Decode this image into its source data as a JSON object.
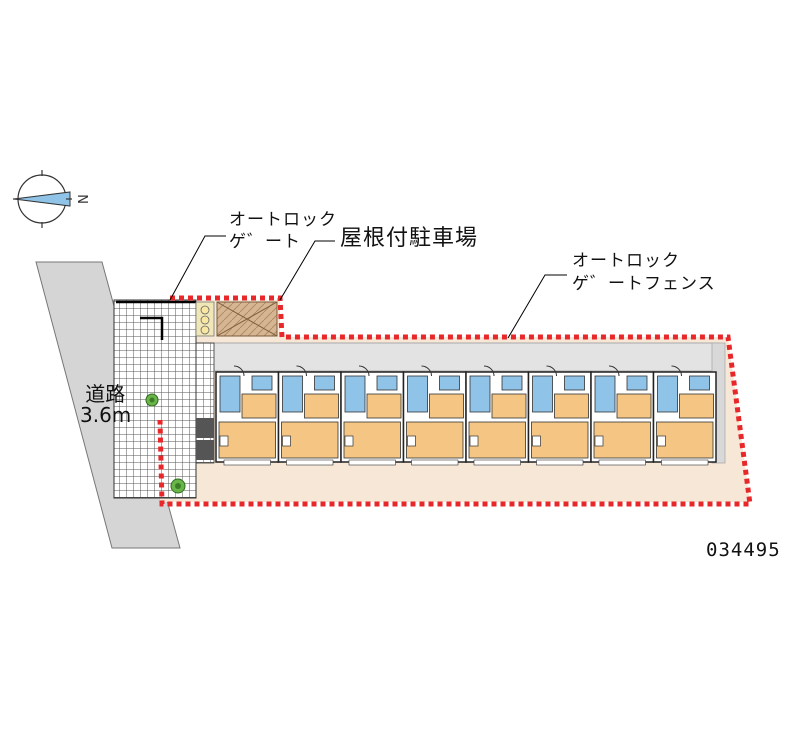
{
  "labels": {
    "autolock_gate_line1": "オートロック",
    "autolock_gate_line2": "ゲ゛ート",
    "covered_parking": "屋根付駐車場",
    "autolock_fence_line1": "オートロック",
    "autolock_fence_line2": "ゲ゛ートフェンス",
    "road_name": "道路",
    "road_width": "3.6m",
    "property_id": "034495"
  },
  "compass": {
    "north_mark": "N"
  },
  "units": {
    "count": 8
  },
  "colors": {
    "boundary": "#e8272a",
    "lot": "#f6e7d6",
    "walkway": "#e2e2e2",
    "road": "#d5d5d5",
    "room_orange": "#f5c683",
    "room_blue": "#8fc3e7",
    "parking": "#d6b593",
    "tree": "#6ab54a",
    "gate_mesh": "#555555"
  }
}
